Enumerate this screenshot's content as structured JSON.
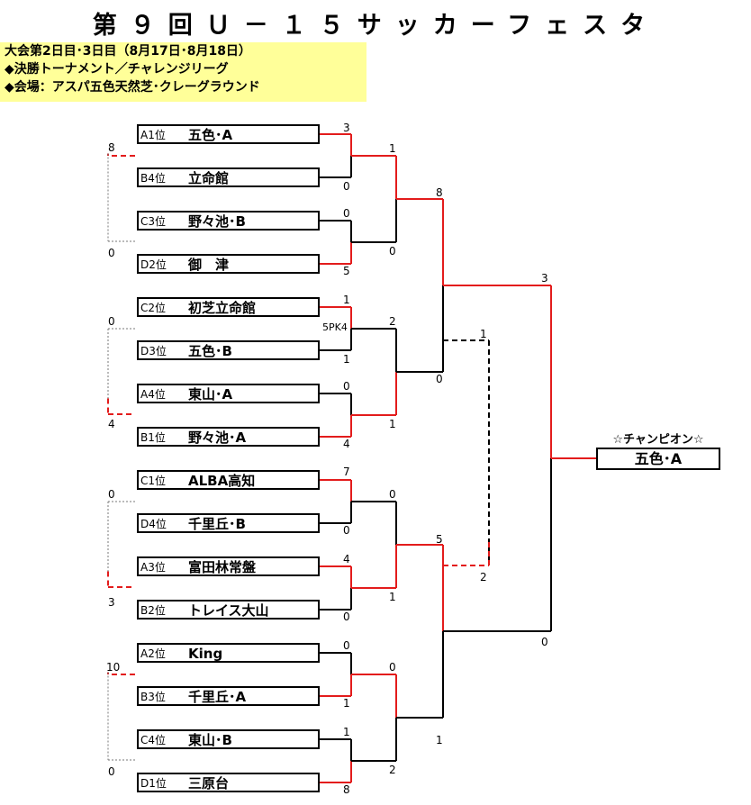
{
  "title": "第９回Ｕ－１５サッカーフェスタ",
  "info": [
    "大会第2日目･3日目（8月17日･8月18日）",
    "◆決勝トーナメント／チャレンジリーグ",
    "◆会場：アスパ五色天然芝･クレーグラウンド"
  ],
  "teams": [
    {
      "seed": "A1位",
      "name": "五色･A"
    },
    {
      "seed": "B4位",
      "name": "立命館"
    },
    {
      "seed": "C3位",
      "name": "野々池･B"
    },
    {
      "seed": "D2位",
      "name": "御　津"
    },
    {
      "seed": "C2位",
      "name": "初芝立命館"
    },
    {
      "seed": "D3位",
      "name": "五色･B"
    },
    {
      "seed": "A4位",
      "name": "東山･A"
    },
    {
      "seed": "B1位",
      "name": "野々池･A"
    },
    {
      "seed": "C1位",
      "name": "ALBA高知"
    },
    {
      "seed": "D4位",
      "name": "千里丘･B"
    },
    {
      "seed": "A3位",
      "name": "富田林常盤"
    },
    {
      "seed": "B2位",
      "name": "トレイス大山"
    },
    {
      "seed": "A2位",
      "name": "King"
    },
    {
      "seed": "B3位",
      "name": "千里丘･A"
    },
    {
      "seed": "C4位",
      "name": "東山･B"
    },
    {
      "seed": "D1位",
      "name": "三原台"
    }
  ],
  "r1_scores": [
    "3",
    "0",
    "0",
    "5",
    "1",
    "1",
    "0",
    "4",
    "7",
    "0",
    "4",
    "0",
    "0",
    "1",
    "1",
    "8"
  ],
  "pk_note": "5PK4",
  "r2_scores": [
    "1",
    "0",
    "2",
    "1",
    "0",
    "1",
    "0",
    "2"
  ],
  "sf_scores": [
    "8",
    "0",
    "5",
    "1"
  ],
  "final_scores": [
    "3",
    "0"
  ],
  "third_place_scores": [
    "1",
    "2"
  ],
  "consolation_scores": [
    "8",
    "0",
    "0",
    "4",
    "0",
    "3",
    "10",
    "0"
  ],
  "champion": {
    "label": "☆チャンピオン☆",
    "team": "五色･A"
  },
  "colors": {
    "winner_line": "#e31c1c",
    "loser_line": "#000000",
    "consolation_line": "#e31c1c",
    "consolation_lose_line": "#777777",
    "info_bg": "#ffff99"
  }
}
